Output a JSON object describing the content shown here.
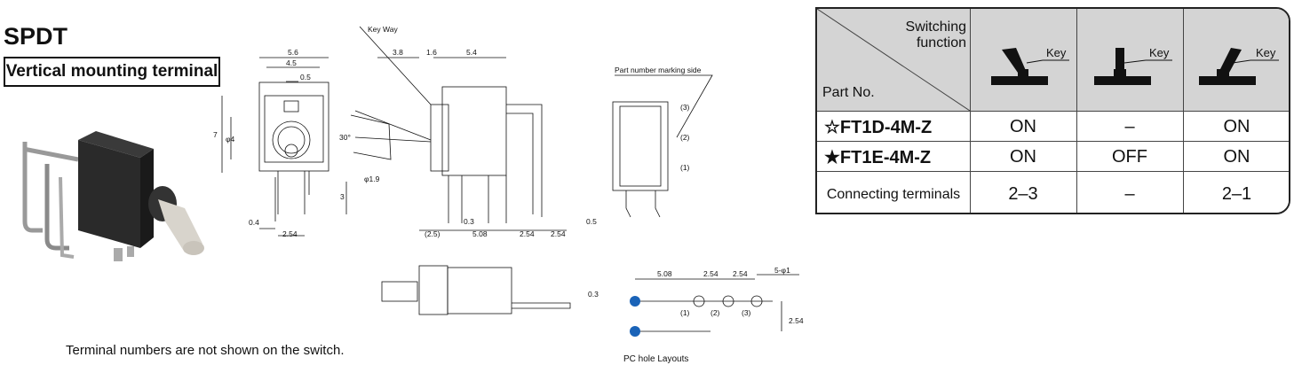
{
  "heading": "SPDT",
  "subheading": "Vertical mounting terminal",
  "note": "Terminal numbers are not shown on the switch.",
  "drawing": {
    "front": {
      "dims": [
        "5.6",
        "4.5",
        "0.5",
        "7",
        "φ4",
        "3",
        "0.4",
        "2.54"
      ]
    },
    "side": {
      "key_way": "Key Way",
      "dims": [
        "3.8",
        "1.6",
        "5.4",
        "30°",
        "φ1.9",
        "(2.5)",
        "0.3",
        "5.08",
        "2.54",
        "2.54",
        "0.5"
      ]
    },
    "right": {
      "marking": "Part number marking side",
      "terminals": [
        "(3)",
        "(2)",
        "(1)"
      ]
    },
    "bottom": {
      "dims": [
        "0.3"
      ]
    },
    "pc_hole": {
      "caption": "PC hole Layouts",
      "dims": [
        "5.08",
        "2.54",
        "2.54",
        "5-φ1",
        "2.54"
      ],
      "labels": [
        "(1)",
        "(2)",
        "(3)"
      ],
      "hole_color": "#1a63b8"
    }
  },
  "table": {
    "header_top": "Switching function",
    "header_left": "Part No.",
    "key_label": "Key",
    "header_bg": "#d4d4d4",
    "rows": [
      {
        "part": "☆FT1D-4M-Z",
        "c1": "ON",
        "c2": "–",
        "c3": "ON"
      },
      {
        "part": "★FT1E-4M-Z",
        "c1": "ON",
        "c2": "OFF",
        "c3": "ON"
      },
      {
        "part": "Connecting terminals",
        "c1": "2–3",
        "c2": "–",
        "c3": "2–1"
      }
    ]
  }
}
